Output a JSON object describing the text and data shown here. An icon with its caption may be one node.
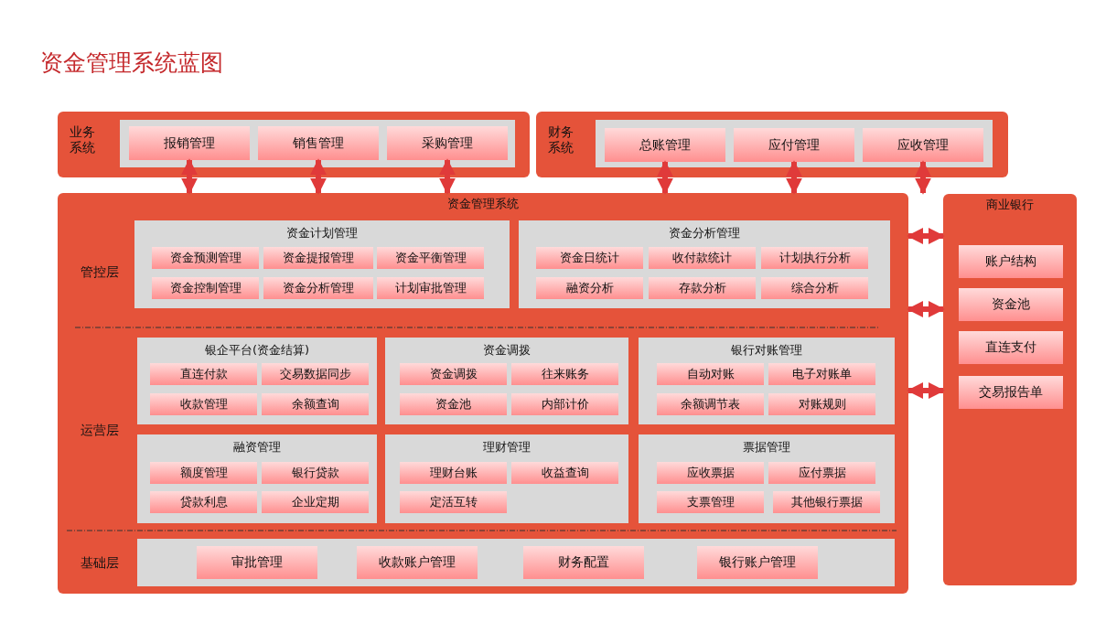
{
  "diagram": {
    "title": "资金管理系统蓝图",
    "nodes": [
      {
        "text": [
          "业务系统"
        ]
      },
      {
        "text": [
          "报销管理"
        ],
        "in": 0
      },
      {
        "text": [
          "销售管理"
        ],
        "in": 0
      },
      {
        "text": [
          "采购管理"
        ],
        "in": 0
      },
      {
        "text": [
          "财务系统"
        ]
      },
      {
        "text": [
          "总账管理"
        ],
        "in": 4
      },
      {
        "text": [
          "应付管理"
        ],
        "in": 4
      },
      {
        "text": [
          "应收管理"
        ],
        "in": 4
      },
      {
        "text": [
          "资金管理系统"
        ]
      },
      {
        "text": [
          "资金计划管理"
        ],
        "in": 8
      },
      {
        "text": [
          "资金预测管理"
        ],
        "in": 9
      },
      {
        "text": [
          "资金提报管理"
        ],
        "in": 9
      },
      {
        "text": [
          "资金平衡管理"
        ],
        "in": 9
      },
      {
        "text": [
          "资金控制管理"
        ],
        "in": 9
      },
      {
        "text": [
          "资金分析管理"
        ],
        "in": 9
      },
      {
        "text": [
          "计划审批管理"
        ],
        "in": 9
      },
      {
        "text": [
          "资金分析管理"
        ],
        "in": 8
      },
      {
        "text": [
          "资金日统计"
        ],
        "in": 16
      },
      {
        "text": [
          "收付款统计"
        ],
        "in": 16
      },
      {
        "text": [
          "计划执行分析"
        ],
        "in": 16
      },
      {
        "text": [
          "融资分析"
        ],
        "in": 16
      },
      {
        "text": [
          "存款分析"
        ],
        "in": 16
      },
      {
        "text": [
          "综合分析"
        ],
        "in": 16
      },
      {
        "text": [
          "银企平台(资金结算)"
        ],
        "in": 8
      },
      {
        "text": [
          "直连付款"
        ],
        "in": 23
      },
      {
        "text": [
          "交易数据同步"
        ],
        "in": 23
      },
      {
        "text": [
          "收款管理"
        ],
        "in": 23
      },
      {
        "text": [
          "余额查询"
        ],
        "in": 23
      },
      {
        "text": [
          "资金调拨"
        ],
        "in": 8
      },
      {
        "text": [
          "资金调拨"
        ],
        "in": 28
      },
      {
        "text": [
          "往来账务"
        ],
        "in": 28
      },
      {
        "text": [
          "资金池"
        ],
        "in": 28
      },
      {
        "text": [
          "内部计价"
        ],
        "in": 28
      },
      {
        "text": [
          "银行对账管理"
        ],
        "in": 8
      },
      {
        "text": [
          "自动对账"
        ],
        "in": 33
      },
      {
        "text": [
          "电子对账单"
        ],
        "in": 33
      },
      {
        "text": [
          "余额调节表"
        ],
        "in": 33
      },
      {
        "text": [
          "对账规则"
        ],
        "in": 33
      },
      {
        "text": [
          "融资管理"
        ],
        "in": 8
      },
      {
        "text": [
          "额度管理"
        ],
        "in": 38
      },
      {
        "text": [
          "银行贷款"
        ],
        "in": 38
      },
      {
        "text": [
          "贷款利息"
        ],
        "in": 38
      },
      {
        "text": [
          "企业定期"
        ],
        "in": 38
      },
      {
        "text": [
          "理财管理"
        ],
        "in": 8
      },
      {
        "text": [
          "理财台账"
        ],
        "in": 43
      },
      {
        "text": [
          "收益查询"
        ],
        "in": 43
      },
      {
        "text": [
          "定活互转"
        ],
        "in": 43
      },
      {
        "text": [
          "票据管理"
        ],
        "in": 8
      },
      {
        "text": [
          "应收票据"
        ],
        "in": 47
      },
      {
        "text": [
          "应付票据"
        ],
        "in": 47
      },
      {
        "text": [
          "支票管理"
        ],
        "in": 47
      },
      {
        "text": [
          "其他银行票据"
        ],
        "in": 47
      },
      {
        "text": [
          "审批管理"
        ],
        "in": 8
      },
      {
        "text": [
          "收款账户管理"
        ],
        "in": 8
      },
      {
        "text": [
          "财务配置"
        ],
        "in": 8
      },
      {
        "text": [
          "银行账户管理"
        ],
        "in": 8
      },
      {
        "text": [
          "商业银行"
        ]
      },
      {
        "text": [
          "账户结构"
        ],
        "in": 56
      },
      {
        "text": [
          "资金池"
        ],
        "in": 56
      },
      {
        "text": [
          "直连支付"
        ],
        "in": 56
      },
      {
        "text": [
          "交易报告单"
        ],
        "in": 56
      }
    ],
    "edges": [
      {
        "from": 1,
        "to": 8,
        "arrow": "both"
      },
      {
        "from": 2,
        "to": 8,
        "arrow": "both"
      },
      {
        "from": 3,
        "to": 8,
        "arrow": "both"
      },
      {
        "from": 5,
        "to": 8,
        "arrow": "both"
      },
      {
        "from": 6,
        "to": 8,
        "arrow": "both"
      },
      {
        "from": 7,
        "to": 8,
        "arrow": "both"
      },
      {
        "from": 8,
        "to": 56,
        "arrow": "both"
      },
      {
        "from": 8,
        "to": 56,
        "arrow": "both"
      },
      {
        "from": 8,
        "to": 56,
        "arrow": "both"
      }
    ],
    "labels": [
      "管控层",
      "运营层",
      "基础层"
    ]
  }
}
